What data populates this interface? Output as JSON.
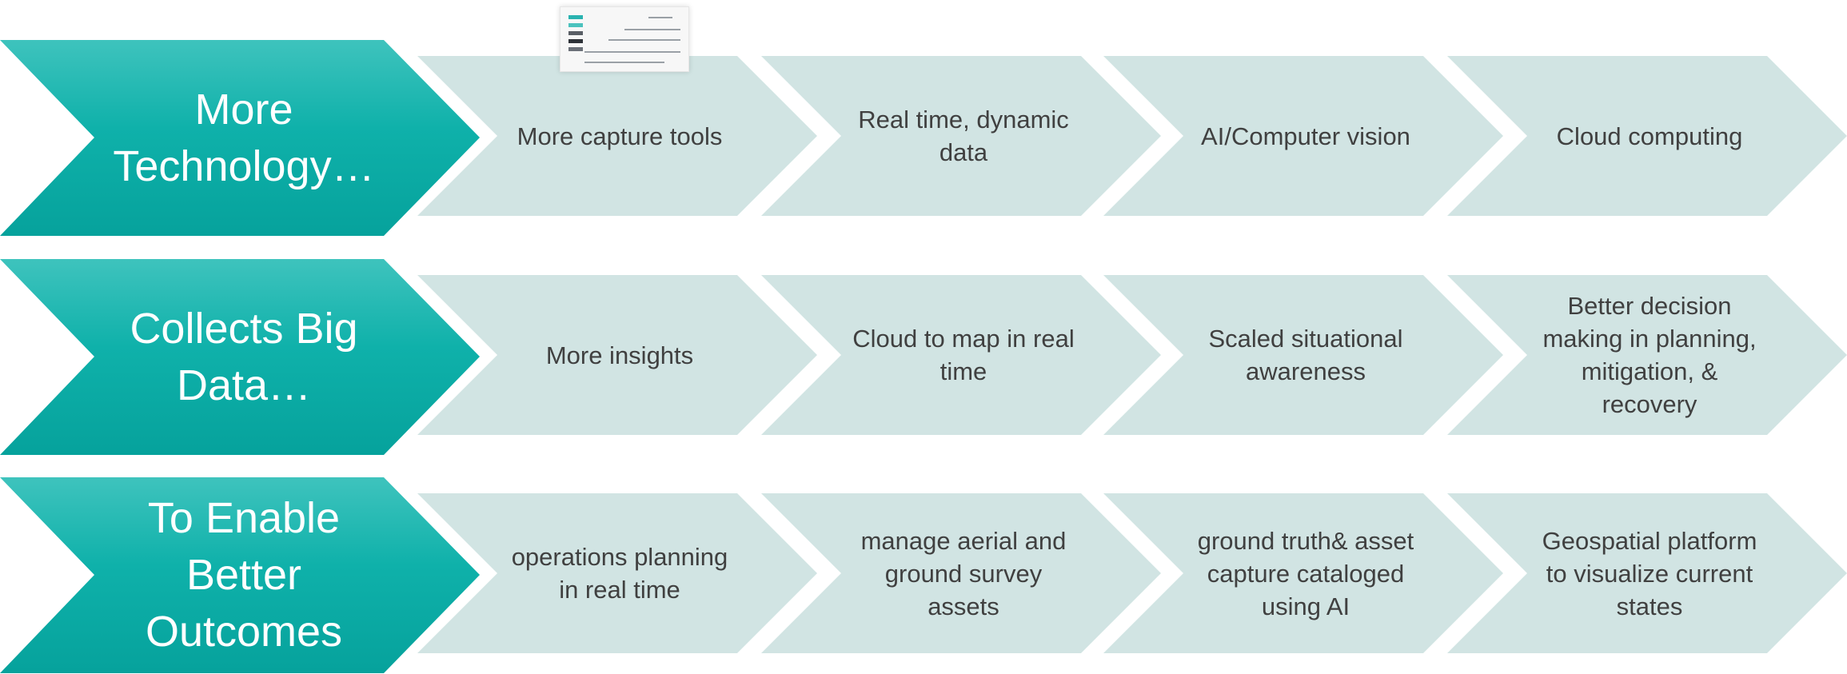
{
  "rows": [
    {
      "head": "More Technology…",
      "steps": [
        "More capture tools",
        "Real time, dynamic data",
        "AI/Computer vision",
        "Cloud computing"
      ]
    },
    {
      "head": "Collects Big Data…",
      "steps": [
        "More insights",
        "Cloud to map in real time",
        "Scaled situational awareness",
        "Better decision making in planning, mitigation, & recovery"
      ]
    },
    {
      "head": "To Enable Better Outcomes",
      "steps": [
        "operations planning in real time",
        "manage aerial and ground survey assets",
        "ground truth& asset capture cataloged using AI",
        "Geospatial platform to visualize current states"
      ]
    }
  ],
  "colors": {
    "head_fill": "#0fb1aa",
    "step_fill": "#d1e4e3",
    "head_text": "#ffffff",
    "step_text": "#404040"
  }
}
